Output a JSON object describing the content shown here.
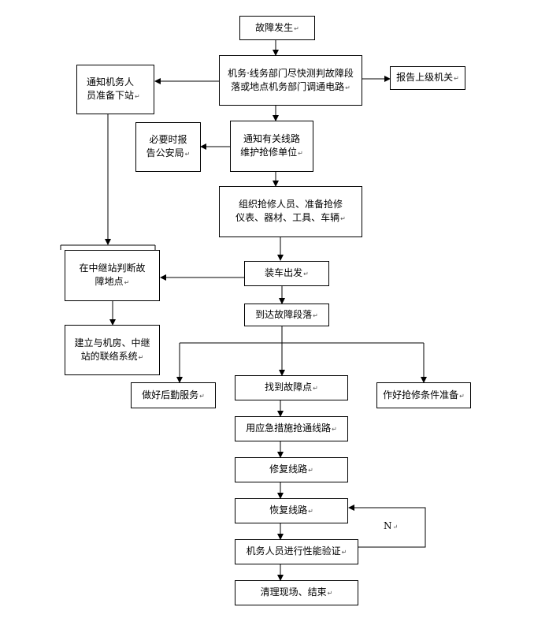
{
  "nodes": {
    "fault": "故障发生",
    "judge": "机务·线务部门尽快测判故障段\n落或地点机务部门调通电路",
    "notify_staff": "通知机务人\n员准备下站",
    "report": "报告上级机关",
    "police": "必要时报\n告公安局",
    "notify_units": "通知有关线路\n维护抢修单位",
    "organize": "组织抢修人员、准备抢修\n仪表、器材、工具、车辆",
    "relay_judge": "在中继站判断故\n障地点",
    "depart": "装车出发",
    "arrive": "到达故障段落",
    "contact": "建立与机房、中继\n站的联络系统",
    "logistics": "做好后勤服务",
    "find": "找到故障点",
    "prepare": "作好抢修条件准备",
    "emergency": "用应急措施抢通线路",
    "repair": "修复线路",
    "restore": "恢复线路",
    "verify": "机务人员进行性能验证",
    "finish": "清理现场、结束"
  },
  "labels": {
    "no": "N"
  }
}
